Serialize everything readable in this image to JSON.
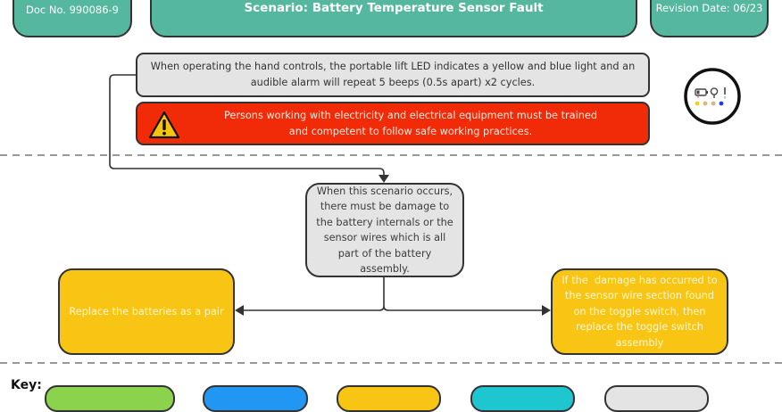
{
  "header": {
    "doc_number": "Doc No. 990086-9",
    "title": "Scenario: Battery Temperature Sensor Fault",
    "revision_date": "Revision Date: 06/23"
  },
  "info_box": {
    "line1": "When operating the hand controls, the portable lift LED indicates a yellow and blue light and an",
    "line2": "audible alarm will repeat 5 beeps (0.5s apart) x2 cycles."
  },
  "warning": {
    "icon": "warning-triangle-icon",
    "line1": "Persons working with electricity and electrical equipment must be trained",
    "line2": "and competent to follow safe working practices."
  },
  "led_indicator": {
    "icon": "led-panel-icon",
    "dot_colors": [
      "#f1d21a",
      "#d8b878",
      "#d8b878",
      "#1d3fe0"
    ]
  },
  "flow": {
    "diagnosis": "When this scenario occurs, there must be damage to the battery internals or the sensor wires which is all part of the battery assembly.",
    "action_left": "Replace the batteries as a pair",
    "action_right": "If the  damage has occurred to the sensor wire section found on the toggle switch, then replace the toggle switch assembly"
  },
  "key": {
    "label": "Key:",
    "swatches": [
      {
        "name": "green",
        "color": "#8bd24d"
      },
      {
        "name": "blue",
        "color": "#2196f3"
      },
      {
        "name": "yellow",
        "color": "#f8c514"
      },
      {
        "name": "cyan",
        "color": "#1ec6cf"
      },
      {
        "name": "gray",
        "color": "#e4e4e4"
      }
    ]
  },
  "colors": {
    "header_teal": "#55b89e",
    "warning_red": "#f12b08",
    "action_yellow": "#f8c514",
    "info_gray": "#e4e4e4",
    "line": "#333333"
  }
}
